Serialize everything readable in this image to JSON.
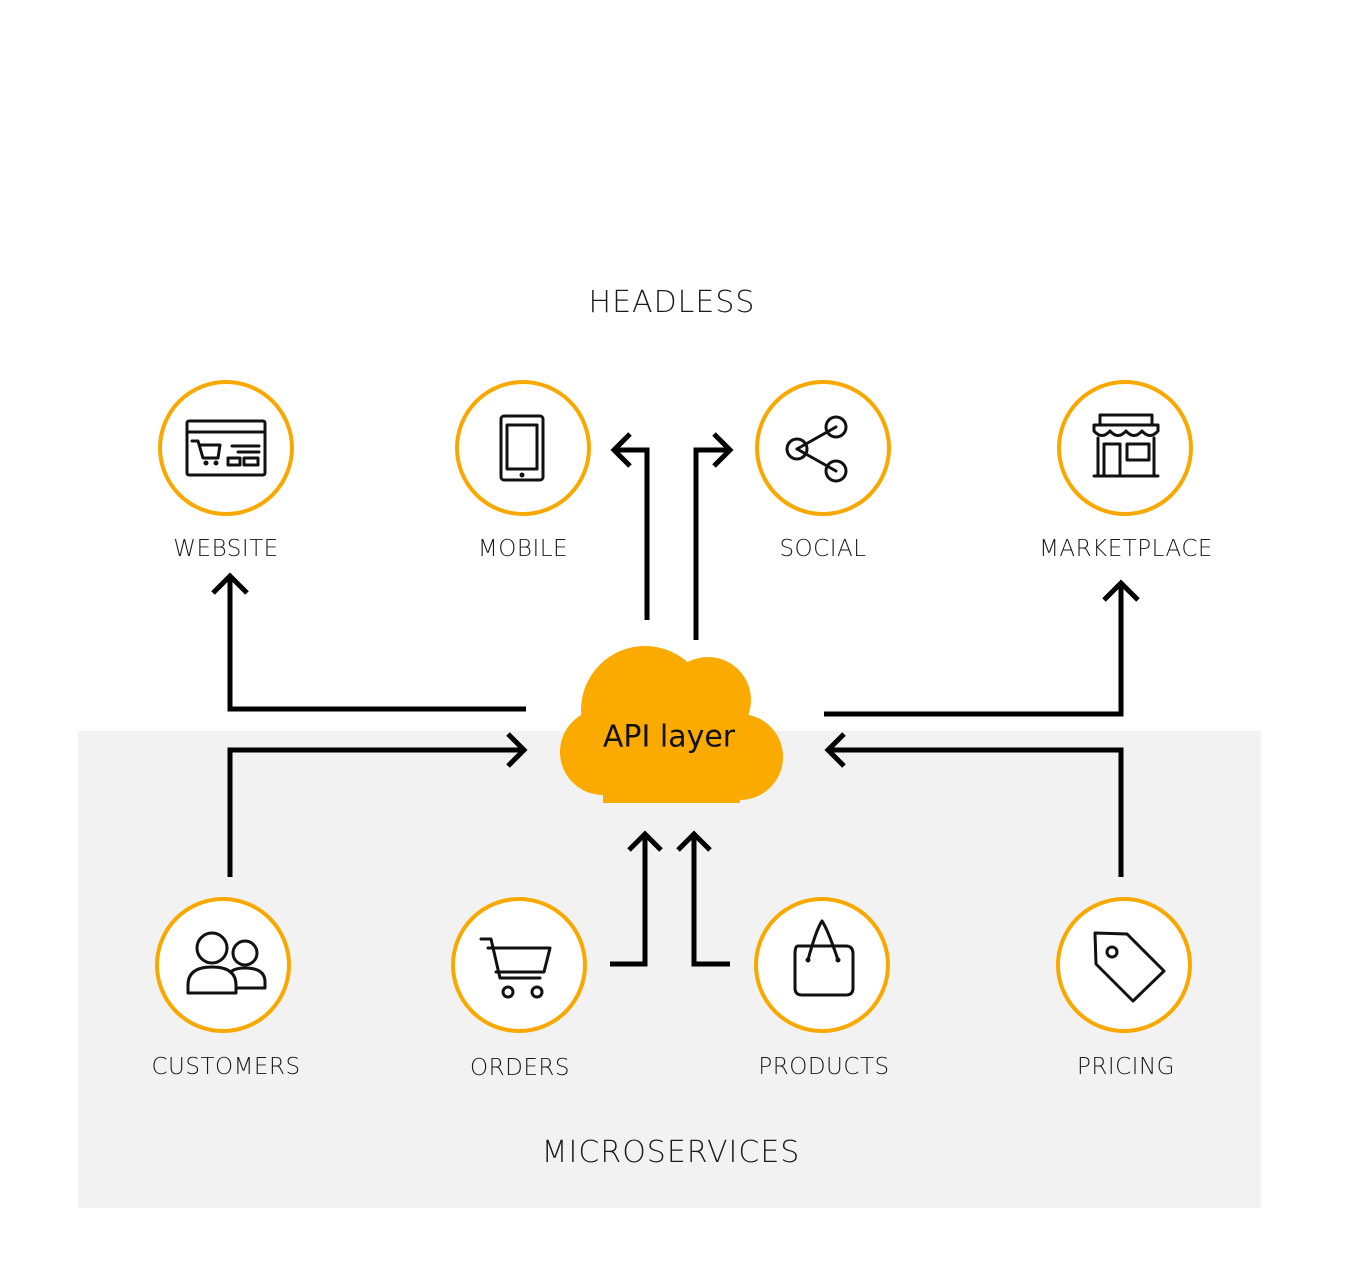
{
  "headless_title": "HEADLESS",
  "microservices_title": "MICROSERVICES",
  "api_label": "API layer",
  "headless_nodes": [
    {
      "label": "WEBSITE",
      "icon": "website-icon"
    },
    {
      "label": "MOBILE",
      "icon": "mobile-icon"
    },
    {
      "label": "SOCIAL",
      "icon": "share-icon"
    },
    {
      "label": "MARKETPLACE",
      "icon": "storefront-icon"
    }
  ],
  "microservice_nodes": [
    {
      "label": "CUSTOMERS",
      "icon": "users-icon"
    },
    {
      "label": "ORDERS",
      "icon": "cart-icon"
    },
    {
      "label": "PRODUCTS",
      "icon": "shopping-bag-icon"
    },
    {
      "label": "PRICING",
      "icon": "price-tag-icon"
    }
  ],
  "colors": {
    "accent": "#f9a800",
    "cloud": "#fbaa00",
    "stroke": "#111111",
    "microservices_bg": "#f2f2f2"
  }
}
